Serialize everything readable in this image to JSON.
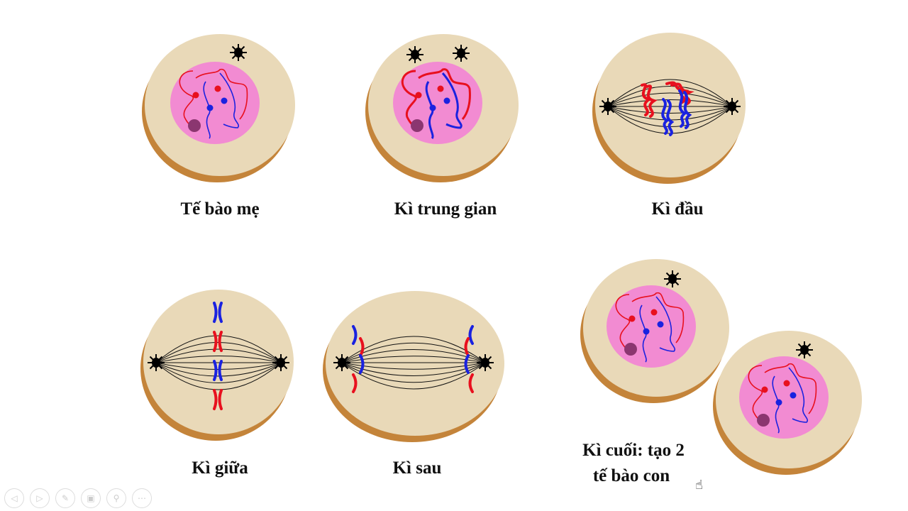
{
  "slide": {
    "labels": {
      "mother_cell": "Tế bào mẹ",
      "interphase": "Kì trung gian",
      "prophase": "Kì đầu",
      "metaphase": "Kì giữa",
      "anaphase": "Kì sau",
      "telophase_line1": "Kì cuối: tạo 2",
      "telophase_line2": "tế bào con"
    }
  },
  "colors": {
    "cytoplasm": "#e9d9b8",
    "cell_shadow": "#c4843a",
    "nucleus": "#f28bd2",
    "nucleolus": "#8b3670",
    "chromosome_maternal": "#e8101e",
    "chromosome_paternal": "#1a22e0",
    "spindle": "#111111",
    "centrosome": "#000000"
  },
  "controls": [
    {
      "name": "previous-slide",
      "icon": "arrow-left-icon",
      "glyph": "◁"
    },
    {
      "name": "next-slide",
      "icon": "arrow-right-icon",
      "glyph": "▷"
    },
    {
      "name": "pen",
      "icon": "pen-icon",
      "glyph": "✎"
    },
    {
      "name": "slides-view",
      "icon": "slides-icon",
      "glyph": "▣"
    },
    {
      "name": "zoom",
      "icon": "magnifier-icon",
      "glyph": "⚲"
    },
    {
      "name": "more",
      "icon": "more-icon",
      "glyph": "⋯"
    }
  ]
}
